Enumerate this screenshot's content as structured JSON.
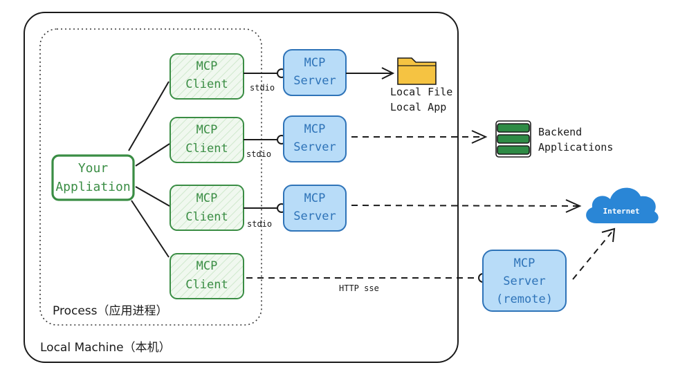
{
  "containers": {
    "local_machine_label": "Local Machine（本机）",
    "process_label": "Process（应用进程）"
  },
  "app": {
    "line1": "Your",
    "line2": "Appliation"
  },
  "clients": [
    {
      "line1": "MCP",
      "line2": "Client"
    },
    {
      "line1": "MCP",
      "line2": "Client"
    },
    {
      "line1": "MCP",
      "line2": "Client"
    },
    {
      "line1": "MCP",
      "line2": "Client"
    }
  ],
  "servers": [
    {
      "line1": "MCP",
      "line2": "Server"
    },
    {
      "line1": "MCP",
      "line2": "Server"
    },
    {
      "line1": "MCP",
      "line2": "Server"
    }
  ],
  "remote_server": {
    "line1": "MCP",
    "line2": "Server",
    "line3": "(remote)"
  },
  "transport_labels": {
    "stdio_1": "stdio",
    "stdio_2": "stdio",
    "stdio_3": "stdio",
    "http_sse": "HTTP sse"
  },
  "targets": {
    "local_line1": "Local File",
    "local_line2": "Local App",
    "backend_line1": "Backend",
    "backend_line2": "Applications",
    "internet": "Internet"
  },
  "icons": {
    "folder": "folder-icon",
    "database": "database-icon",
    "cloud": "cloud-icon"
  },
  "colors": {
    "green_stroke": "#3a8d44",
    "green_fill": "#eaf6ea",
    "blue_stroke": "#2e73b8",
    "blue_fill": "#b8dcf8",
    "folder": "#f5c342",
    "db_green": "#2e8b45",
    "cloud": "#2a86d6"
  }
}
